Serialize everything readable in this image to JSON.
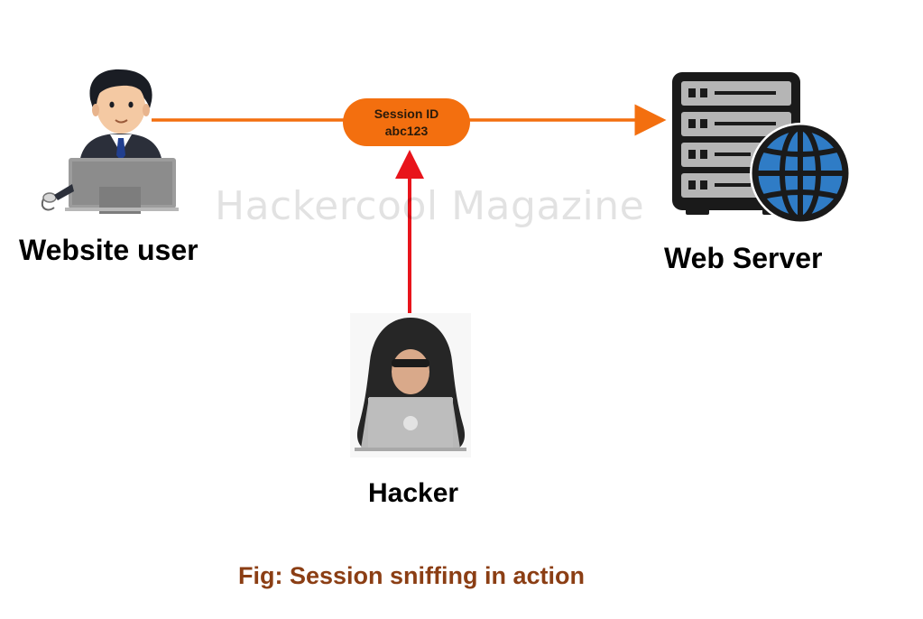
{
  "nodes": {
    "user": {
      "label": "Website user"
    },
    "server": {
      "label": "Web Server"
    },
    "hacker": {
      "label": "Hacker"
    }
  },
  "session_token": {
    "title": "Session ID",
    "value": "abc123"
  },
  "watermark": "Hackercool Magazine",
  "caption": "Fig: Session sniffing in action",
  "colors": {
    "flow_arrow": "#f36f0f",
    "sniff_arrow": "#e8141b",
    "caption": "#8b3e14",
    "globe": "#2f7cc6"
  },
  "icons": [
    "user-at-computer-icon",
    "server-globe-icon",
    "hooded-hacker-icon"
  ]
}
